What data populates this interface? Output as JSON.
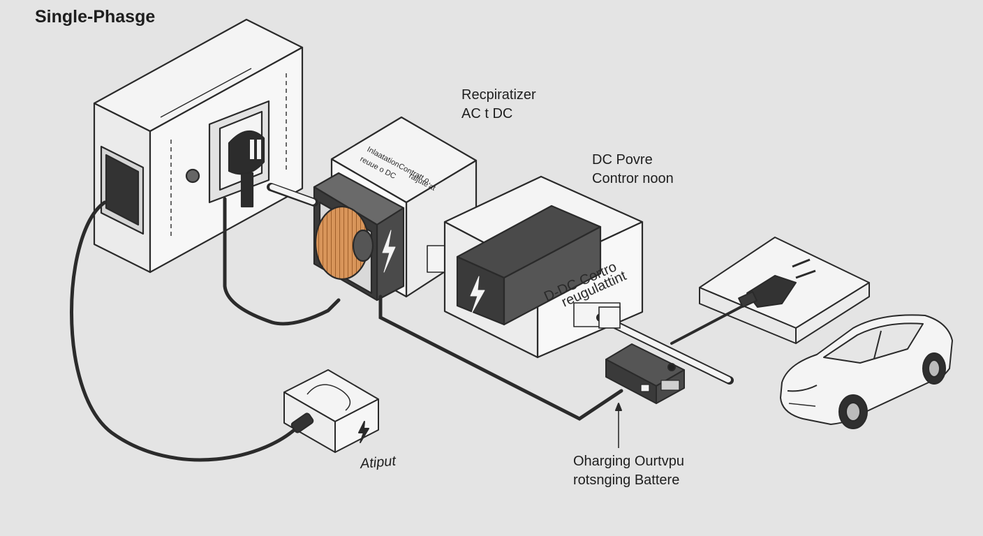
{
  "title": "Single-Phasge",
  "rectifier_label": {
    "line1": "Recpiratizer",
    "line2": "AC t DC"
  },
  "rectifier_box_text": {
    "line1": "Inlaatation",
    "line2": "reuue o DC",
    "line3": "Contratt o",
    "line4": "raijute'at"
  },
  "dc_power_label": {
    "line1": "DC Povre",
    "line2": "Contror noon"
  },
  "converter_text": {
    "line1": "D-DC Cortro",
    "line2": "reugulattint"
  },
  "output_label": "Atiput",
  "charging_label": {
    "line1": "Oharging  Ourtvpu",
    "line2": "rotsnging Battere"
  },
  "colors": {
    "background": "#e4e4e4",
    "stroke": "#2a2a2a",
    "box_fill": "#f2f2f2",
    "dark_fill": "#3a3a3a",
    "coil": "#d8955a",
    "cable": "#2b2b2b"
  },
  "icons": [
    "wall-socket-icon",
    "plug-icon",
    "transformer-coil-icon",
    "lightning-icon",
    "car-icon",
    "charger-plug-icon"
  ]
}
